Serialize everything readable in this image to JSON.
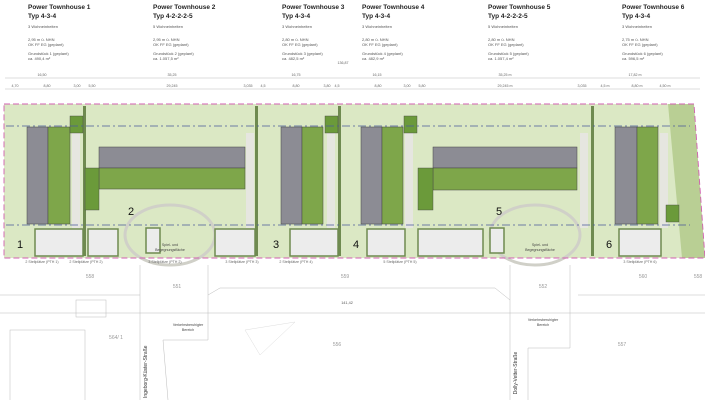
{
  "townhouses": [
    {
      "title": "Power Townhouse 1",
      "type": "Typ 4-3-4",
      "units": "3 Wohneinheiten",
      "height": "2,95 m ü. NHN",
      "ff": "OK FF EG (geplant)",
      "plot": "Grundstück 1 (geplant)",
      "area": "ca. 490,4 m²"
    },
    {
      "title": "Power Townhouse  2",
      "type": "Typ 4-2-2-2-5",
      "units": "5 Wohneinheiten",
      "height": "2,95 m ü. NHN",
      "ff": "OK FF EG (geplant)",
      "plot": "Grundstück 2 (geplant)",
      "area": "ca. 1.057,5 m²"
    },
    {
      "title": "Power Townhouse  3",
      "type": "Typ 4-3-4",
      "units": "3 Wohneinheiten",
      "height": "2,80 m ü. NHN",
      "ff": "OK FF EG (geplant)",
      "plot": "Grundstück 3 (geplant)",
      "area": "ca. 482,5 m²"
    },
    {
      "title": "Power Townhouse  4",
      "type": "Typ 4-3-4",
      "units": "3 Wohneinheiten",
      "height": "2,80 m ü. NHN",
      "ff": "OK FF EG (geplant)",
      "plot": "Grundstück 4 (geplant)",
      "area": "ca. 482,9 m²"
    },
    {
      "title": "Power Townhouse  5",
      "type": "Typ 4-2-2-2-5",
      "units": "5 Wohneinheiten",
      "height": "2,80 m ü. NHN",
      "ff": "OK FF EG (geplant)",
      "plot": "Grundstück 5 (geplant)",
      "area": "ca. 1.057,4 m²"
    },
    {
      "title": "Power Townhouse  6",
      "type": "Typ 4-3-4",
      "units": "3 Wohneinheiten",
      "height": "2,75 m ü. NHN",
      "ff": "OK FF EG (geplant)",
      "plot": "Grundstück 6 (geplant)",
      "area": "ca. 596,5 m²"
    }
  ],
  "dimensions": {
    "total": "136,87",
    "row1": [
      "16,50",
      "35,25",
      "16,75",
      "16,15",
      "35,25 m",
      "17,82 m"
    ],
    "row2": [
      "4,70",
      "8,80",
      "3,00",
      "5,50",
      "29,245",
      "3,035",
      "4,5",
      "8,80",
      "3,80",
      "4,5",
      "8,80",
      "3,00",
      "5,80",
      "29,245 m",
      "3,035",
      "4,5 m",
      "8,80 m",
      "4,50 m"
    ]
  },
  "plot_numbers": [
    "1",
    "2",
    "3",
    "4",
    "5",
    "6"
  ],
  "parking_labels": [
    "2 Stellplätze (PTH 1)",
    "2 Stellplätze (PTH 2)",
    "3 Stellplätze (PTH 2)",
    "3 Stellplätze (PTH 3)",
    "2 Stellplätze (PTH 4)",
    "5 Stellplätze (PTH 5)",
    "3 Stellplätze (PTH 6)"
  ],
  "play_area": "Spiel- und Begegnungsfläche",
  "parcels": [
    "558",
    "551",
    "559",
    "552",
    "560",
    "558",
    "556",
    "564/ 1",
    "557",
    "141,42"
  ],
  "traffic_calmed": "Verkehrsberuhigter Bereich",
  "streets": [
    "Ingeborg-Küster-Straße",
    "Dolly-Vetter-Straße"
  ],
  "colors": {
    "lawn": "#dbe8c4",
    "building_roof": "#8c8c94",
    "building_green": "#7ea64a",
    "hedge": "#6f8a50",
    "boundary": "#d05fb0",
    "building_line": "#4a5a9a"
  }
}
